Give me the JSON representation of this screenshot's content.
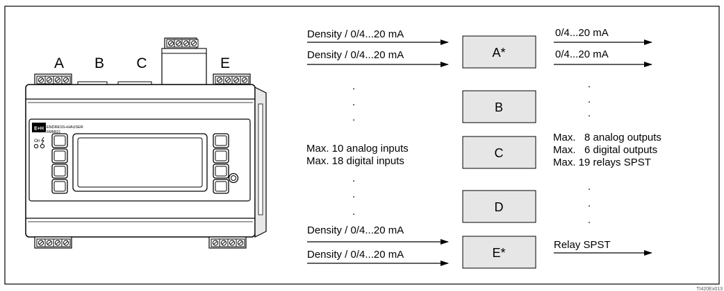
{
  "device": {
    "slot_labels": [
      "A",
      "B",
      "C",
      "D",
      "E"
    ],
    "brand": "ENDRESS+HAUSER",
    "model": "RMM621",
    "brand_logo_text": "E+H",
    "led_label": "On"
  },
  "modules": [
    "A*",
    "B",
    "C",
    "D",
    "E*"
  ],
  "inputs": {
    "a_1": "Density / 0/4...20 mA",
    "a_2": "Density / 0/4...20 mA",
    "max_analog": "Max. 10 analog inputs",
    "max_digital": "Max. 18 digital inputs",
    "e_1": "Density / 0/4...20 mA",
    "e_2": "Density / 0/4...20 mA"
  },
  "outputs": {
    "a_1": "0/4...20 mA",
    "a_2": "0/4...20 mA",
    "max_analog": "Max.   8 analog outputs",
    "max_digital": "Max.   6 digital outputs",
    "max_relays": "Max. 19 relays SPST",
    "e_1": "Relay SPST"
  },
  "figure_id": "TI420Ex013"
}
